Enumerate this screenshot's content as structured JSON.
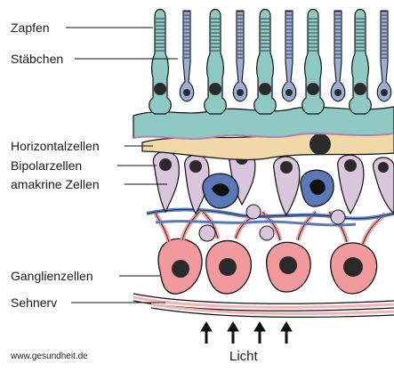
{
  "labels": {
    "cones": "Zapfen",
    "rods": "Stäbchen",
    "horizontal": "Horizontalzellen",
    "bipolar": "Bipolarzellen",
    "amacrine": "amakrine Zellen",
    "ganglion": "Ganglienzellen",
    "nerve": "Sehnerv"
  },
  "light_label": "Licht",
  "credit": "www.gesundheit.de",
  "colors": {
    "photoreceptor": "#8fc9c4",
    "rod": "#9aaed6",
    "horizontal": "#f0d9a6",
    "bipolar": "#d9c5dc",
    "amacrine": "#5b79b8",
    "ganglion": "#f19a9d",
    "nerve_fiber": "#f7b3b3",
    "nucleus": "#2a2a2a",
    "outline": "#111111"
  }
}
